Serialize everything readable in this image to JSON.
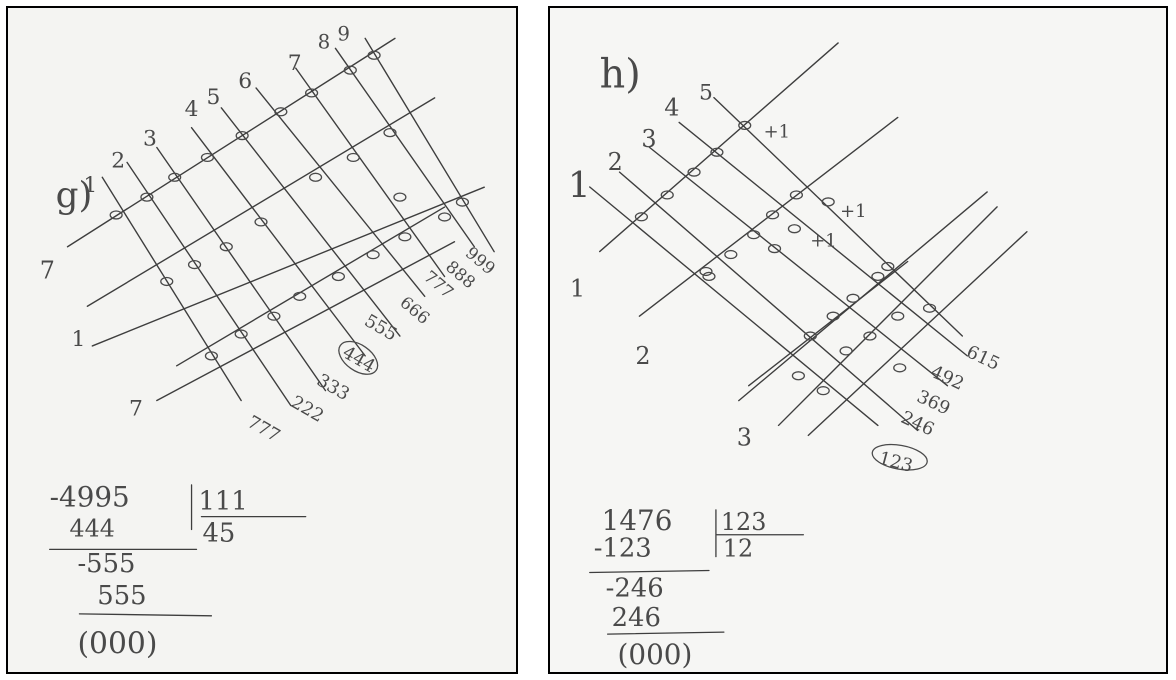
{
  "left": {
    "title": "g)",
    "row_digits": [
      "1",
      "2",
      "3",
      "4",
      "5",
      "6",
      "7",
      "8",
      "9"
    ],
    "bottom_left_labels": [
      "7",
      "1",
      "7"
    ],
    "diagonal_results": [
      "777",
      "222",
      "333",
      "444",
      "555",
      "666",
      "777",
      "888",
      "999"
    ],
    "division": {
      "dividend": "-4995",
      "divisor": "111",
      "quotient": "45",
      "steps": [
        "444",
        "-555",
        "555",
        "(000)"
      ]
    }
  },
  "right": {
    "title": "h)",
    "row_digits": [
      "1",
      "2",
      "3",
      "4",
      "5"
    ],
    "bottom_left_labels": [
      "1",
      "2",
      "3"
    ],
    "carry_marks": [
      "+1",
      "+1",
      "+1"
    ],
    "diagonal_results": [
      "615",
      "492",
      "369",
      "246",
      "123"
    ],
    "division": {
      "dividend": "1476",
      "divisor": "123",
      "quotient": "12",
      "steps": [
        "-123",
        "-246",
        "246",
        "(000)"
      ]
    }
  },
  "colors": {
    "paper": "#f4f4f2",
    "ink": "#3e3e3e",
    "frame": "#000000"
  }
}
